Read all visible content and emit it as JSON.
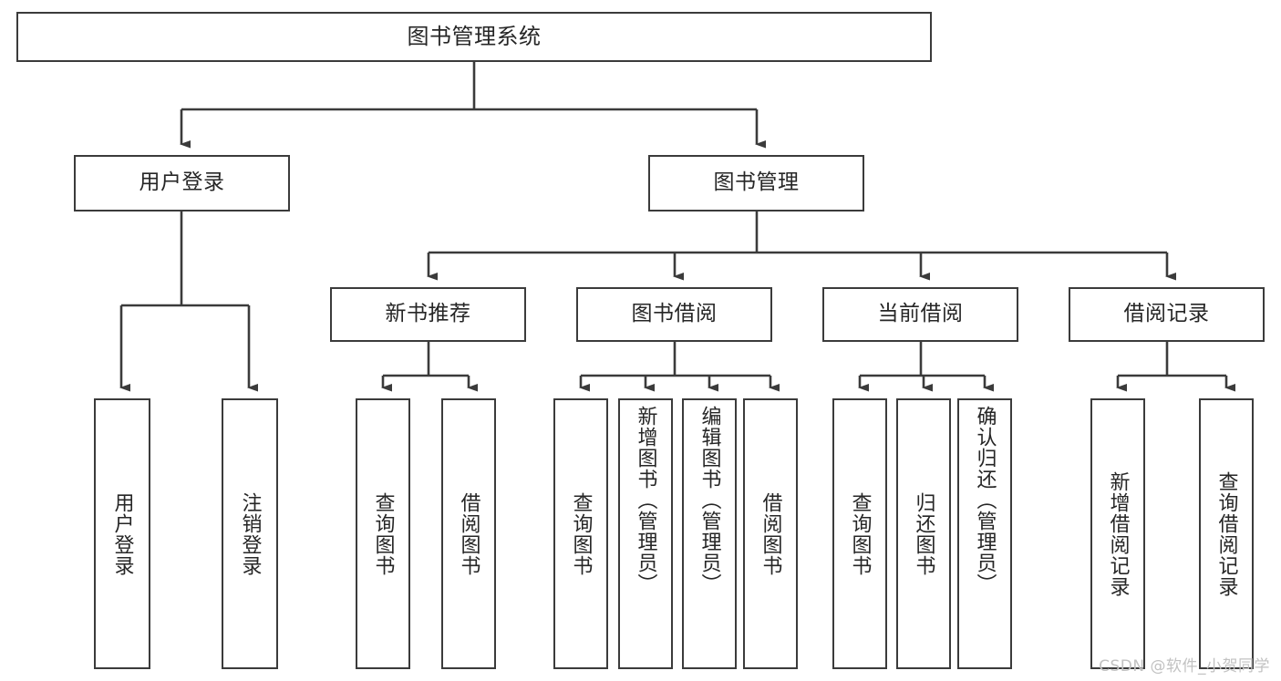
{
  "diagram": {
    "title": "图书管理系统",
    "type": "tree-hierarchy",
    "watermark": "CSDN @软件_小贺同学",
    "colors": {
      "box_border": "#3b3b3b",
      "box_fill": "#ffffff",
      "connector": "#3b3b3b",
      "text": "#262626",
      "watermark": "#c2c2c2",
      "background": "#ffffff"
    }
  },
  "nodes": {
    "root": {
      "label": "图书管理系统"
    },
    "level1": [
      {
        "label": "用户登录"
      },
      {
        "label": "图书管理"
      }
    ],
    "level2": [
      {
        "label": "新书推荐"
      },
      {
        "label": "图书借阅"
      },
      {
        "label": "当前借阅"
      },
      {
        "label": "借阅记录"
      }
    ],
    "leaves": {
      "user_login": [
        {
          "label": "用户登录"
        },
        {
          "label": "注销登录"
        }
      ],
      "new_book_recommend": [
        {
          "label": "查询图书"
        },
        {
          "label": "借阅图书"
        }
      ],
      "book_borrow": [
        {
          "label": "查询图书"
        },
        {
          "label": "新增图书（管理员）"
        },
        {
          "label": "编辑图书（管理员）"
        },
        {
          "label": "借阅图书"
        }
      ],
      "current_borrow": [
        {
          "label": "查询图书"
        },
        {
          "label": "归还图书"
        },
        {
          "label": "确认归还（管理员）"
        }
      ],
      "borrow_record": [
        {
          "label": "新增借阅记录"
        },
        {
          "label": "查询借阅记录"
        }
      ]
    }
  }
}
